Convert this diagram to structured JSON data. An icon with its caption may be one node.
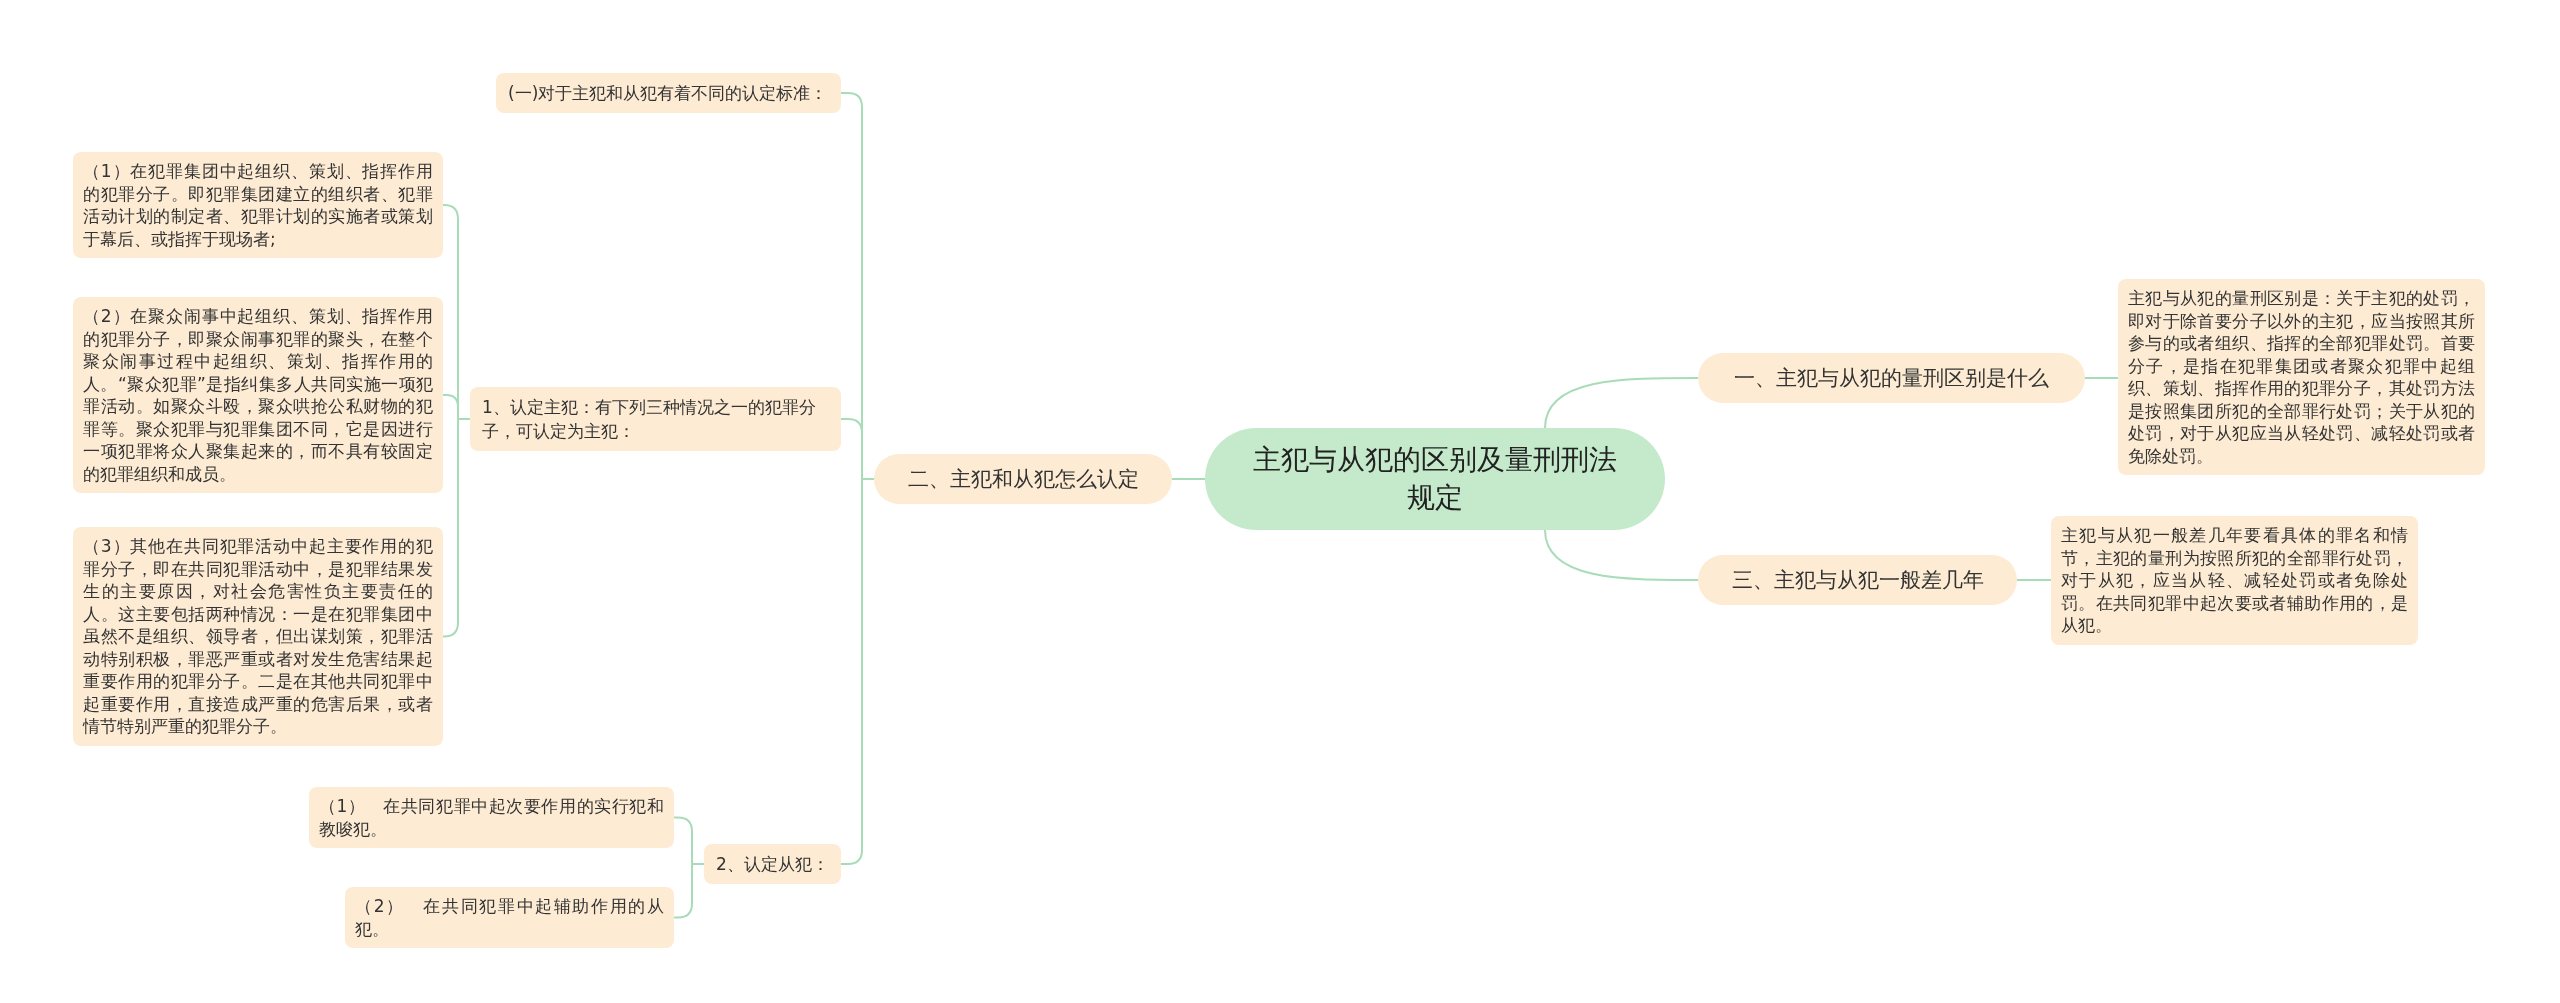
{
  "diagram": {
    "nodes": [
      {
        "text": [
          "主犯与从犯的区别及量刑刑法规定"
        ]
      },
      {
        "text": [
          "一、主犯与从犯的量刑区别是什么"
        ]
      },
      {
        "text": [
          "主犯与从犯的量刑区别是：关于主犯的处罚，即对于除首要分子以外的主犯，应当按照其所参与的或者组织、指挥的全部犯罪处罚。首要分子，是指在犯罪集团或者聚众犯罪中起组织、策划、指挥作用的犯罪分子，其处罚方法是按照集团所犯的全部罪行处罚；关于从犯的处罚，对于从犯应当从轻处罚、减轻处罚或者免除处罚。"
        ]
      },
      {
        "text": [
          "三、主犯与从犯一般差几年"
        ]
      },
      {
        "text": [
          "主犯与从犯一般差几年要看具体的罪名和情节，主犯的量刑为按照所犯的全部罪行处罚，对于从犯，应当从轻、减轻处罚或者免除处罚。在共同犯罪中起次要或者辅助作用的，是从犯。"
        ]
      },
      {
        "text": [
          "二、主犯和从犯怎么认定"
        ]
      },
      {
        "text": [
          "(一)对于主犯和从犯有着不同的认定标准："
        ]
      },
      {
        "text": [
          "1、认定主犯：有下列三种情况之一的犯罪分子，可认定为主犯："
        ]
      },
      {
        "text": [
          "（1）在犯罪集团中起组织、策划、指挥作用的犯罪分子。即犯罪集团建立的组织者、犯罪活动计划的制定者、犯罪计划的实施者或策划于幕后、或指挥于现场者;"
        ]
      },
      {
        "text": [
          "（2）在聚众闹事中起组织、策划、指挥作用的犯罪分子，即聚众闹事犯罪的聚头，在整个聚众闹事过程中起组织、策划、指挥作用的人。“聚众犯罪”是指纠集多人共同实施一项犯罪活动。如聚众斗殴，聚众哄抢公私财物的犯罪等。聚众犯罪与犯罪集团不同，它是因进行一项犯罪将众人聚集起来的，而不具有较固定的犯罪组织和成员。"
        ]
      },
      {
        "text": [
          "（3）其他在共同犯罪活动中起主要作用的犯罪分子，即在共同犯罪活动中，是犯罪结果发生的主要原因，对社会危害性负主要责任的人。这主要包括两种情况：一是在犯罪集团中虽然不是组织、领导者，但出谋划策，犯罪活动特别积极，罪恶严重或者对发生危害结果起重要作用的犯罪分子。二是在其他共同犯罪中起重要作用，直接造成严重的危害后果，或者情节特别严重的犯罪分子。"
        ]
      },
      {
        "text": [
          "2、认定从犯："
        ]
      },
      {
        "text": [
          "（1）　在共同犯罪中起次要作用的实行犯和教唆犯。"
        ]
      },
      {
        "text": [
          "（2）　在共同犯罪中起辅助作用的从犯。"
        ]
      }
    ],
    "edges": [
      {
        "from": 0,
        "to": 1,
        "arrow": "none"
      },
      {
        "from": 1,
        "to": 2,
        "arrow": "none"
      },
      {
        "from": 0,
        "to": 3,
        "arrow": "none"
      },
      {
        "from": 3,
        "to": 4,
        "arrow": "none"
      },
      {
        "from": 0,
        "to": 5,
        "arrow": "none"
      },
      {
        "from": 5,
        "to": 6,
        "arrow": "none"
      },
      {
        "from": 5,
        "to": 7,
        "arrow": "none"
      },
      {
        "from": 7,
        "to": 8,
        "arrow": "none"
      },
      {
        "from": 7,
        "to": 9,
        "arrow": "none"
      },
      {
        "from": 7,
        "to": 10,
        "arrow": "none"
      },
      {
        "from": 5,
        "to": 11,
        "arrow": "none"
      },
      {
        "from": 11,
        "to": 12,
        "arrow": "none"
      },
      {
        "from": 11,
        "to": 13,
        "arrow": "none"
      }
    ]
  }
}
